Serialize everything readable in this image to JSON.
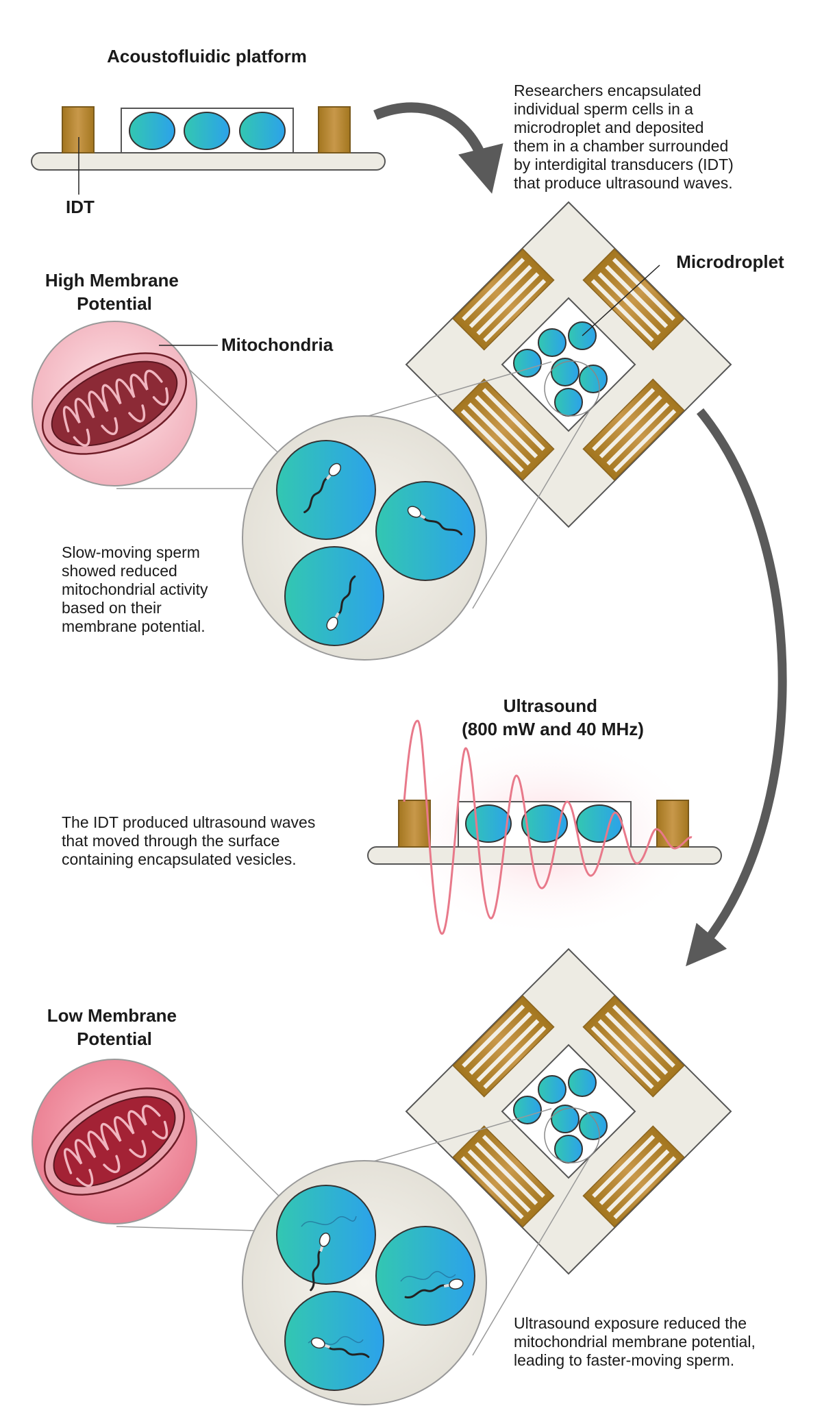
{
  "labels": {
    "platform_title": "Acoustofluidic platform",
    "idt": "IDT",
    "high_potential": [
      "High Membrane",
      "Potential"
    ],
    "mitochondria": "Mitochondria",
    "microdroplet": "Microdroplet",
    "ultrasound": [
      "Ultrasound",
      "(800 mW and 40 MHz)"
    ],
    "low_potential": [
      "Low Membrane",
      "Potential"
    ]
  },
  "captions": {
    "intro": [
      "Researchers encapsulated",
      "individual sperm cells in a",
      "microdroplet and deposited",
      "them in a chamber surrounded",
      "by interdigital transducers (IDT)",
      "that produce ultrasound waves."
    ],
    "slow": [
      "Slow-moving sperm",
      "showed reduced",
      "mitochondrial activity",
      "based on their",
      "membrane potential."
    ],
    "idt_waves": [
      "The IDT produced ultrasound waves",
      "that moved through the surface",
      "containing encapsulated vesicles."
    ],
    "exposure": [
      "Ultrasound exposure reduced the",
      "mitochondrial membrane potential,",
      "leading to faster-moving sperm."
    ]
  },
  "colors": {
    "idt_gold": "#b8862e",
    "droplet_teal": "#2fc4b4",
    "droplet_blue": "#2ea4e8",
    "mito_high": "#8c2a36",
    "mito_low": "#a32235",
    "wave_pink": "#e8798a",
    "arrow_gray": "#5a5a5a",
    "base_gray": "#edebe3"
  }
}
